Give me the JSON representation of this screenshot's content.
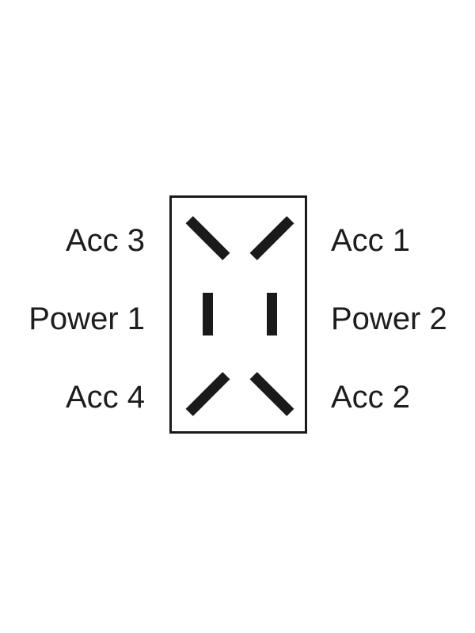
{
  "diagram": {
    "type": "rocker-switch-terminal-layout",
    "body": {
      "shape": "rectangle",
      "stroke_color": "#1a1a1a",
      "fill_color": "#ffffff"
    },
    "mark_color": "#1a1a1a",
    "background_color": "#ffffff",
    "terminals": [
      {
        "id": "acc3",
        "label": "Acc 3",
        "side": "left",
        "row": "top",
        "mark": "diagonal-slash-icon",
        "orientation": "forward-slash"
      },
      {
        "id": "acc1",
        "label": "Acc 1",
        "side": "right",
        "row": "top",
        "mark": "diagonal-backslash-icon",
        "orientation": "back-slash"
      },
      {
        "id": "power1",
        "label": "Power 1",
        "side": "left",
        "row": "middle",
        "mark": "vertical-bar-icon",
        "orientation": "vertical"
      },
      {
        "id": "power2",
        "label": "Power 2",
        "side": "right",
        "row": "middle",
        "mark": "vertical-bar-icon",
        "orientation": "vertical"
      },
      {
        "id": "acc4",
        "label": "Acc 4",
        "side": "left",
        "row": "bottom",
        "mark": "diagonal-backslash-icon",
        "orientation": "back-slash"
      },
      {
        "id": "acc2",
        "label": "Acc 2",
        "side": "right",
        "row": "bottom",
        "mark": "diagonal-slash-icon",
        "orientation": "forward-slash"
      }
    ]
  }
}
